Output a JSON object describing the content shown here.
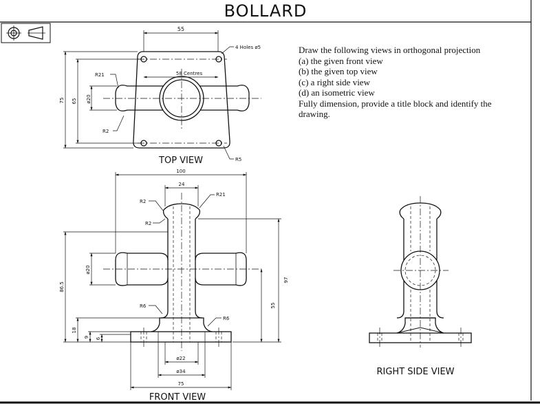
{
  "title": "BOLLARD",
  "instructions": {
    "lines": [
      "Draw the following views in orthogonal projection",
      "(a) the given front view",
      "(b) the given top view",
      "(c) a right side view",
      "(d) an isometric view",
      "Fully dimension, provide a title block and identify the",
      "drawing."
    ]
  },
  "views": {
    "top": "TOP VIEW",
    "front": "FRONT VIEW",
    "right": "RIGHT SIDE VIEW"
  },
  "top_dims": {
    "width_top": "55",
    "holes": "4 Holes ø5",
    "centres": "58 Centres",
    "r21": "R21",
    "r2": "R2",
    "dia20": "ø20",
    "h75": "75",
    "h65": "65",
    "r5": "R5"
  },
  "front_dims": {
    "w100": "100",
    "w24": "24",
    "r21": "R21",
    "r2a": "R2",
    "r2b": "R2",
    "dia20": "ø20",
    "h865": "86.5",
    "h97": "97",
    "h55": "55",
    "r6a": "R6",
    "r6b": "R6",
    "h18": "18",
    "h9": "9",
    "h6": "6",
    "d22": "ø22",
    "d34": "ø34",
    "w75": "75"
  },
  "symbol": {
    "icon": "first-angle-projection-icon"
  }
}
